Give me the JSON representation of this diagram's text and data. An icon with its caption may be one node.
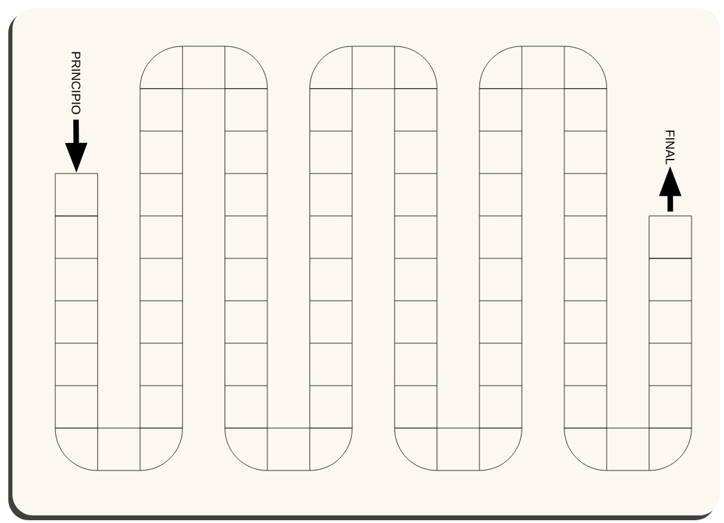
{
  "diagram": {
    "nodes": [
      {
        "text": [
          "PRINCIPIO"
        ]
      },
      {
        "text": [],
        "shape": "box"
      },
      {
        "text": [],
        "shape": "box"
      },
      {
        "text": [
          "FINAL"
        ]
      }
    ],
    "edges": [
      {
        "from": 0,
        "to": 1,
        "arrow": "to"
      },
      {
        "from": 2,
        "to": 3,
        "arrow": "to"
      }
    ]
  }
}
